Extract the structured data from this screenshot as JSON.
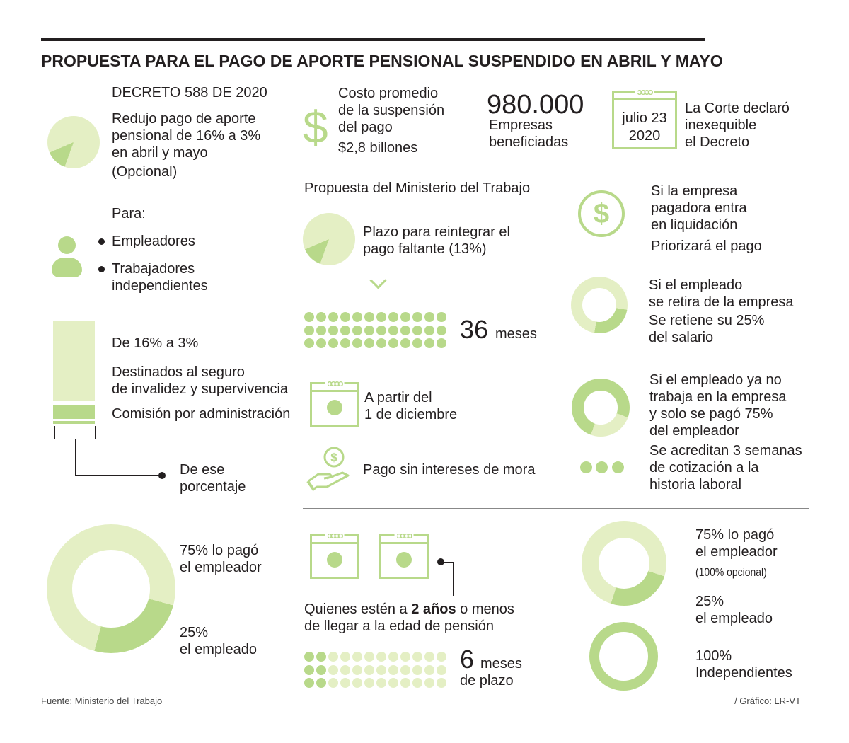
{
  "title": "PROPUESTA PARA EL PAGO DE APORTE PENSIONAL SUSPENDIDO EN ABRIL Y MAYO",
  "colors": {
    "dark_green": "#b8d98a",
    "light_green": "#e4efc4",
    "text": "#231f20"
  },
  "decreto": {
    "heading": "DECRETO 588 DE 2020",
    "lines": [
      "Redujo pago de aporte",
      "pensional de 16% a 3%",
      "en abril y mayo",
      "(Opcional)"
    ],
    "pie_pct": 13,
    "para_label": "Para:",
    "bullets": [
      "Empleadores",
      "Trabajadores",
      "independientes"
    ],
    "bar_heading": "De 16% a 3%",
    "bar_lines": [
      "Destinados al seguro",
      "de invalidez y supervivencia",
      "Comisión por administración"
    ],
    "pointer_label": [
      "De ese",
      "porcentaje"
    ],
    "donut_pct": 25,
    "employer_pct": "75%",
    "employer_text": " lo pagó",
    "employer_line2": "el empleador",
    "employee_pct": "25%",
    "employee_line2": "el empleado"
  },
  "stats": {
    "cost_lines": [
      "Costo promedio",
      "de la suspensión",
      "del pago"
    ],
    "cost_value": "$2,8 billones",
    "companies_value": "980.000",
    "companies_lines": [
      "Empresas",
      "beneficiadas"
    ],
    "date_line1": "julio 23",
    "date_line2": "2020",
    "court_lines": [
      "La Corte declaró",
      "inexequible",
      "el Decreto"
    ]
  },
  "ministerio": {
    "heading": "Propuesta del Ministerio del Trabajo",
    "pie_pct": 13,
    "plazo_lines": [
      "Plazo para reintegrar el",
      "pago faltante (13%)"
    ],
    "months_total_dots": 36,
    "months_filled": 36,
    "months_value": "36",
    "months_label": "meses",
    "start_lines": [
      "A partir del",
      "1 de diciembre"
    ],
    "no_interest": "Pago sin intereses de mora"
  },
  "cases": [
    {
      "title": [
        "Si la empresa",
        "pagadora entra",
        "en liquidación"
      ],
      "detail": [
        "Priorizará el pago"
      ]
    },
    {
      "title": [
        "Si el empleado",
        "se retira de la empresa"
      ],
      "detail": [
        "Se retiene su 25%",
        "del salario"
      ],
      "donut_pct": 25
    },
    {
      "title": [
        "Si el empleado ya no",
        "trabaja en la empresa",
        "y solo se pagó 75%",
        "del empleador"
      ],
      "detail": [
        "Se acreditan 3 semanas",
        "de cotización a la",
        "historia laboral"
      ],
      "donut_pct": 75,
      "dots": 3
    }
  ],
  "pension": {
    "text_pre": "Quienes estén a ",
    "text_bold": "2 años",
    "text_post": " o menos",
    "text_line2": "de llegar a la edad de pensión",
    "dots_total": 36,
    "dots_filled": 6,
    "months_value": "6",
    "months_label": "meses",
    "months_line2": "de plazo"
  },
  "split": {
    "employer_pct": "75%",
    "employer_text": " lo pagó",
    "employer_line2": "el empleador",
    "employer_note": "(100% opcional)",
    "employee_pct": "25%",
    "employee_line2": "el empleado",
    "independent_pct": "100%",
    "independent_label": "Independientes",
    "donut_pct": 25,
    "ring_pct": 100
  },
  "footer": {
    "source": "Fuente: Ministerio del Trabajo",
    "credit": "/ Gráfico: LR-VT"
  }
}
